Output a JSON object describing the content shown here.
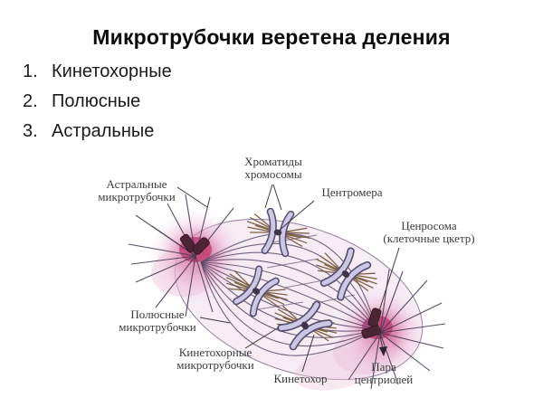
{
  "title": "Микротрубочки веретена деления",
  "list": {
    "items": [
      {
        "num": "1.",
        "label": "Кинетохорные"
      },
      {
        "num": "2.",
        "label": "Полюсные"
      },
      {
        "num": "3.",
        "label": "Астральные"
      }
    ]
  },
  "diagram": {
    "labels": {
      "chromatids": {
        "line1": "Хроматиды",
        "line2": "хромосомы"
      },
      "astral": {
        "line1": "Астральные",
        "line2": "микротрубочки"
      },
      "centromere": {
        "line1": "Центромера"
      },
      "centrosome": {
        "line1": "Ценросома",
        "line2": "(клеточные цкетр)"
      },
      "polar": {
        "line1": "Полюсные",
        "line2": "микротрубочки"
      },
      "kinetochore_mts": {
        "line1": "Кинетохорные",
        "line2": "микротрубочки"
      },
      "kinetochore": {
        "line1": "Кинетохор"
      },
      "centriole_pair": {
        "line1": "Пара",
        "line2": "центриолей"
      }
    },
    "colors": {
      "aster_core": "#c23d72",
      "aster_glow": "#eeb5d2",
      "centriole": "#4d2433",
      "chromosome_fill": "#ccc8e4",
      "chromosome_outline": "#555072",
      "kinetochore_fiber": "#7a5a3a",
      "spindle_line": "#584a66",
      "cell_fill": "#f6ecf4",
      "cell_outline": "#94809c",
      "label_text": "#3b3b3b"
    }
  }
}
